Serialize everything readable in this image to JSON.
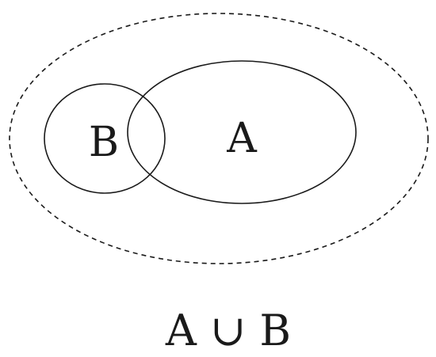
{
  "diagram": {
    "set_a_label": "A",
    "set_b_label": "B",
    "caption": "A ∪ B",
    "colors": {
      "stroke": "#1a1a1a",
      "background": "#ffffff"
    }
  }
}
